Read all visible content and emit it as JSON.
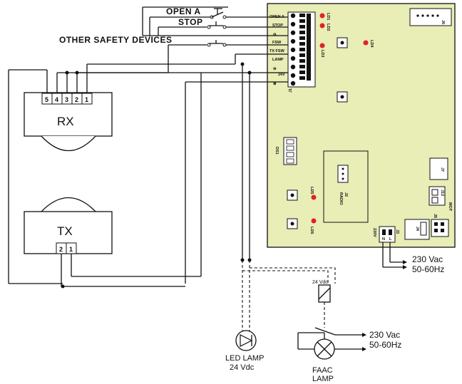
{
  "labels": {
    "open_a": "OPEN A",
    "stop": "STOP",
    "other_safety": "OTHER SAFETY DEVICES",
    "rx": "RX",
    "tx": "TX",
    "ac1_line1": "230 Vac",
    "ac1_line2": "50-60Hz",
    "ac2_line1": "230 Vac",
    "ac2_line2": "50-60Hz",
    "led_lamp_line1": "LED LAMP",
    "led_lamp_line2": "24 Vdc",
    "faac_lamp_line1": "FAAC",
    "faac_lamp_line2": "LAMP",
    "relay": "24 Vdc"
  },
  "rx_pins": [
    "5",
    "4",
    "3",
    "2",
    "1"
  ],
  "tx_pins": [
    "2",
    "1"
  ],
  "board": {
    "terminals": [
      "OPEN A",
      "STOP",
      "⊖",
      "FSW",
      "TX FSW",
      "LAMP",
      "⊖",
      "24V",
      "⊕"
    ],
    "connector_j1": "J1",
    "leds": [
      "LD1",
      "LD2",
      "LD3",
      "LD4",
      "LD5",
      "LD6"
    ],
    "ds1": "DS1",
    "radio": "RADIO",
    "j2": "J2",
    "j3": "J3",
    "j4": "J4",
    "j5": "J5",
    "j6": "J6",
    "j7": "J7",
    "j12": "J12",
    "mains_n": "N",
    "mains_l": "L",
    "mains_v": "230V",
    "motor": "MOT"
  },
  "colors": {
    "board": "#e9edb6",
    "led": "#e12222",
    "line": "#111111"
  }
}
